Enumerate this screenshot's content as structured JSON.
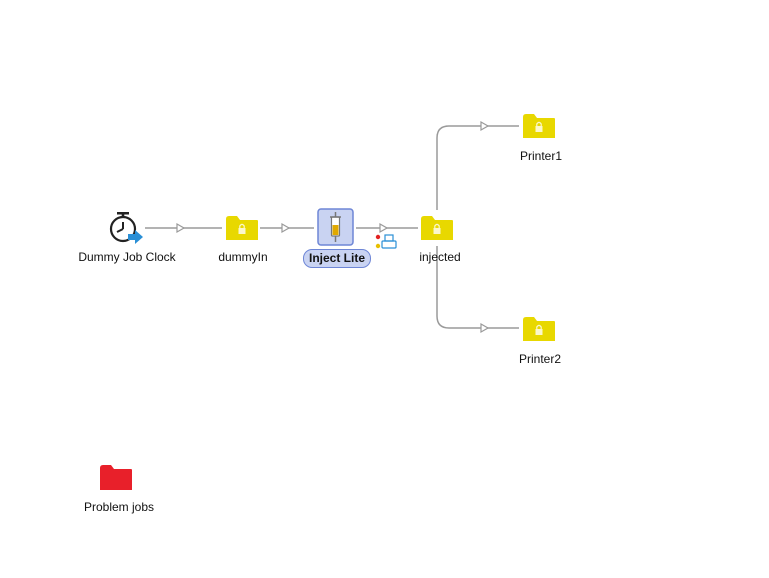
{
  "nodes": {
    "dummy_clock": {
      "label": "Dummy Job Clock",
      "icon": "stopwatch-icon"
    },
    "dummy_in": {
      "label": "dummyIn",
      "icon": "locked-folder-icon"
    },
    "inject_lite": {
      "label": "Inject Lite",
      "icon": "syringe-icon",
      "selected": true
    },
    "injected": {
      "label": "injected",
      "icon": "locked-folder-icon"
    },
    "printer1": {
      "label": "Printer1",
      "icon": "locked-folder-icon"
    },
    "printer2": {
      "label": "Printer2",
      "icon": "locked-folder-icon"
    },
    "problem_jobs": {
      "label": "Problem jobs",
      "icon": "problem-folder-icon"
    }
  },
  "colors": {
    "folder": "#e8d800",
    "problem_folder": "#e8202a",
    "connection": "#9a9a9a",
    "selection_fill": "#c9d3f2",
    "selection_border": "#6e86d6"
  }
}
